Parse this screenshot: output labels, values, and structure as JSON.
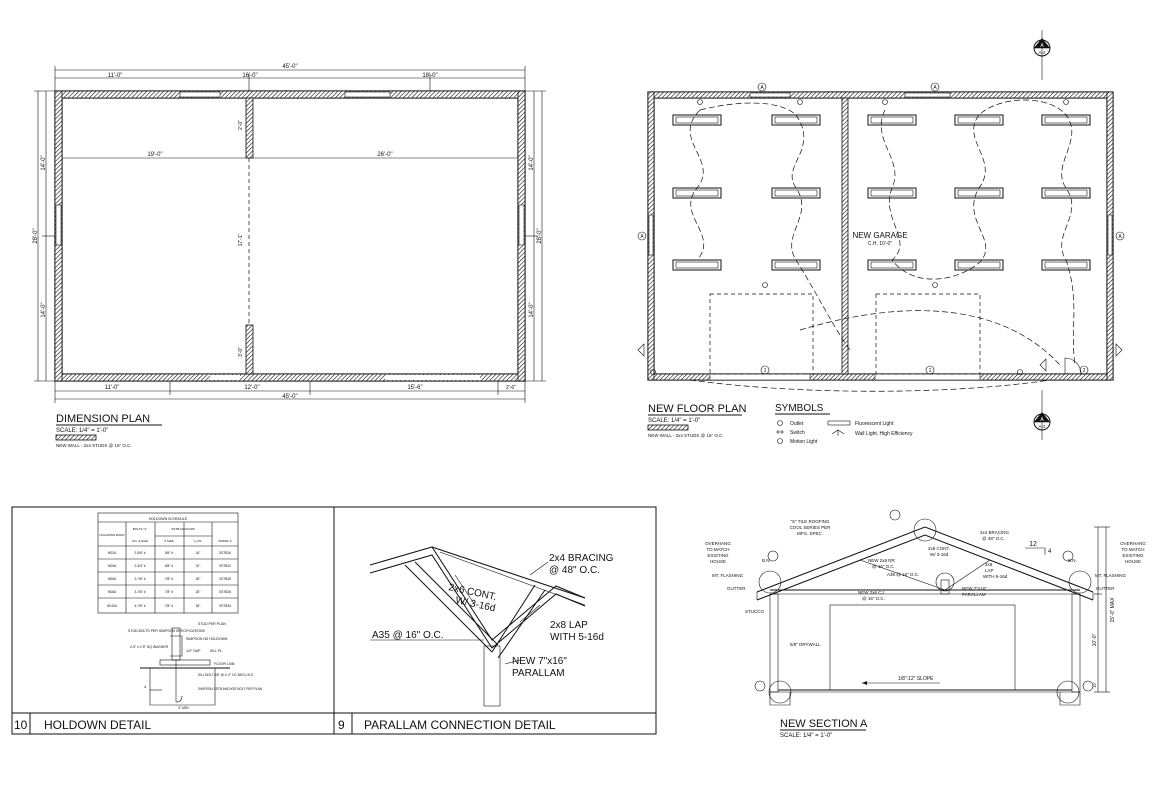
{
  "dimension_plan": {
    "title": "DIMENSION PLAN",
    "scale": "SCALE: 1/4\" = 1'-0\"",
    "legend_note": "NEW WALL - 2x4 STUDS @ 16\" O.C.",
    "top_overall": "45'-0\"",
    "top_segments": [
      "11'-0\"",
      "16'-0\"",
      "18'-0\""
    ],
    "bottom_segments": [
      "11'-0\"",
      "12'-0\"",
      "15'-6\"",
      "2'-6\""
    ],
    "bottom_overall": "45'-0\"",
    "interior_left": "19'-0\"",
    "interior_right": "26'-0\"",
    "left_overall": "28'-0\"",
    "left_segments": [
      "14'-0\"",
      "14'-0\""
    ],
    "right_overall": "28'-0\"",
    "right_segments": [
      "14'-0\"",
      "14'-0\""
    ],
    "partition_dims": [
      "2'-0\"",
      "17'-1\"",
      "3'-0\""
    ]
  },
  "floor_plan": {
    "title": "NEW FLOOR PLAN",
    "scale": "SCALE: 1/4\" = 1'-0\"",
    "legend_note": "NEW WALL - 2x4 STUDS @ 16\" O.C.",
    "room_name": "NEW GARAGE",
    "room_height": "C.H. 10'-0\"",
    "section_marker_top": "A",
    "section_marker_top_sub": "A-2",
    "section_marker_bottom": "A",
    "section_marker_bottom_sub": "A-2",
    "grid_tag": "A",
    "door_tag": "1",
    "side_door_tag": "2"
  },
  "symbols": {
    "title": "SYMBOLS",
    "items": [
      "Outlet",
      "Switch",
      "Motion Light",
      "Fluorescent Light",
      "Wall Light, High Efficiency"
    ]
  },
  "holdown": {
    "number": "10",
    "title": "HOLDOWN DETAIL",
    "table_title": "HOLDOWN SCHEDULE",
    "headers": [
      "HOLDOWN MARK",
      "BOLTS \"A\"",
      "SSTB ANCHORS",
      "MODEL #"
    ],
    "sub_headers": [
      "NO. & SIZE",
      "# SIZE",
      "L₁=IN."
    ],
    "rows": [
      [
        "HD2A",
        "2-5/8\" #",
        "5/8\" #",
        "16\"",
        "SSTB16"
      ],
      [
        "HD5A",
        "2-3/4\" #",
        "5/8\" #",
        "20\"",
        "SSTB20"
      ],
      [
        "HD6A",
        "2-7/8\" #",
        "7/8\" #",
        "28\"",
        "SSTB28"
      ],
      [
        "HD8A",
        "3-7/8\" #",
        "7/8\" #",
        "28\"",
        "SSTB28"
      ],
      [
        "HD10A",
        "4-7/8\" #",
        "7/8\" #",
        "28\"",
        "SSTB34"
      ]
    ],
    "notes": [
      "STUD BOLTS PER SIMPSON SPECIFICATIONS",
      "STUD PER PLAN",
      "SIMPSON HD HOLDOWN",
      "2.5\" x 2.5\" SQ WASHER",
      "1/4\" GAP",
      "SILL PL",
      "FLOOR LINE",
      "SILL BOLT 5/8\" @ 4'-0\" OC MIN U.N.O.",
      "SIMPSON SSTB ANCHOR BOLT PER PLAN",
      "3\" MIN",
      "4"
    ]
  },
  "parallam": {
    "number": "9",
    "title": "PARALLAM CONNECTION DETAIL",
    "labels": [
      "2x4 BRACING",
      "@ 48\" O.C.",
      "2x6 CONT.",
      "W/ 3-16d",
      "A35 @ 16\" O.C.",
      "2x8 LAP",
      "WITH 5-16d",
      "NEW 7\"x16\"",
      "PARALLAM"
    ]
  },
  "section": {
    "title": "NEW SECTION A",
    "scale": "SCALE: 1/4\" = 1'-0\"",
    "roofing": [
      "\"S\" TILE ROOFING",
      "COOL SERIES PER",
      "MFG. SPEC."
    ],
    "labels_left": [
      "OVERHANG",
      "TO MATCH",
      "EXISTING",
      "HOUSE",
      "B.N.",
      "MT. FLASHING",
      "GUTTER",
      "STUCCO"
    ],
    "labels_right": [
      "OVERHANG",
      "TO MATCH",
      "EXISTING",
      "HOUSE",
      "B.N.",
      "MT. FLASHING",
      "GUTTER"
    ],
    "rr": [
      "NEW 2x8 RR",
      "@ 16\" O.C."
    ],
    "cont": [
      "2x6 CONT.",
      "W/ 3-16d"
    ],
    "bracing": [
      "2x4 BRACING",
      "@ 48\" O.C."
    ],
    "a35": "A35 @ 16\" O.C.",
    "lap": [
      "2x8",
      "LAP",
      "WITH 5-16d"
    ],
    "parallam": [
      "NEW 7\"x16\"",
      "PARALLAM"
    ],
    "cj": [
      "NEW 2x6 CJ",
      "@ 16\" O.C."
    ],
    "pitch": [
      "12",
      "4"
    ],
    "drywall": "5/8\" DRYWALL",
    "slope": "1/8\":12\" SLOPE",
    "height_total": "15'-0\" MAX",
    "height_plate": "10'-0\"",
    "slab": "10\""
  }
}
